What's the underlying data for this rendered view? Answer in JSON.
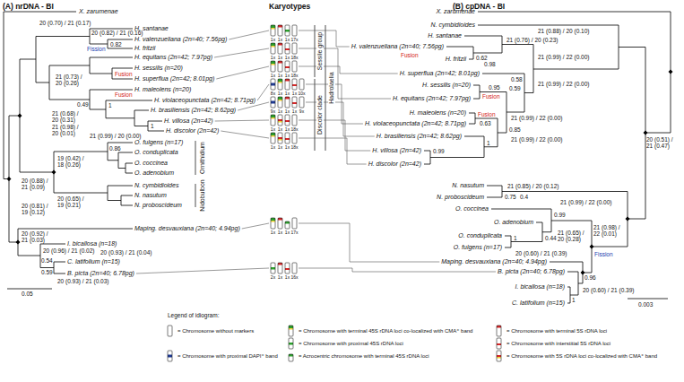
{
  "diagram": {
    "labels": [
      "(A) nrDNA - BI",
      "Karyotypes",
      "(B) cpDNA - BI",
      "X. zarumenae",
      "20 (0.70) / 21 (0.17)",
      "H. santanae",
      "20 (0.82) / 21 (0.16)",
      "H. valenzueliana (2n=40; 7.56pg)",
      "H. fritzii",
      "Fission",
      "0.82",
      "H. equitans (2n=42; 7.97pg)",
      "21 (0.73) / 20 (0.26)",
      "H. sessilis (n=20)",
      "Fusion",
      "H. superflua (2n=42; 8.01pg)",
      "0.49",
      "H. maleolens (n=20)",
      "Fusion",
      "21 (0.68) / 20 (0.31)",
      "H. violaceopunctata (2n=42; 8.71pg)",
      "1",
      "H. brasiliensis (2n=42; 8.62pg)",
      "21 (0.98) / 20 (0.01)",
      "H. villosa (2n=42)",
      "1",
      "21 (0.99) / 20 (0.00)",
      "H. discolor (2n=42)",
      "20 (0.88) / 21 (0.09)",
      "O. fulgens (n=17)",
      "0.86",
      "O. conduplicata",
      "19 (0.42) / 18 (0.26)",
      "O. coccinea",
      "O. adenobium",
      "20 (0.81) / 19 (0.12)",
      "N. cymbidioides",
      "N. nasutum",
      "20 (0.65) / 19 (0.21)",
      "N. proboscideum",
      "20 (0.92) / 21 (0.03)",
      "Maping. desvauxiana (2n=40; 4.94pg)",
      "20 (0.96) / 21 (0.02)",
      "0.54",
      "I. bicallosa (n=18)",
      "20 (0.93) / 21 (0.04)",
      "C. latifolium (n=15)",
      "0.59",
      "B. picta (2n=40; 6.78pg)",
      "20 (0.93) / 21 (0.03)",
      "0.05",
      "Sessile group",
      "Hadrolaelia",
      "Discolor clade",
      "Ornithidium",
      "Nidobulbon",
      "X. zarumenae",
      "N. cymbidioides",
      "21 (0.88) / 20 (0.10)",
      "H. santanae",
      "21 (0.76) / 20 (0.23)",
      "H. valenzueliana (2n=40; 7.56pg)",
      "Fusion",
      "0.62",
      "0.98",
      "H. fritzii",
      "21 (0.99) / 22 (0.00)",
      "H. superflua (2n=42; 8.01pg)",
      "0.58",
      "H. sessilis (n=20)",
      "0.95",
      "Fusion",
      "0.59",
      "21 (0.99) / 22 (0.00)",
      "H. equitans (2n=42; 7.97pg)",
      "H. maleolens (n=20)",
      "Fusion",
      "0.63",
      "21 (0.99) / 22 (0.00)",
      "H. violaceopunctata (2n=42; 8.71pg)",
      "0.85",
      "H. brasiliensis (2n=42; 8.62pg)",
      "1",
      "21 (0.99) / 22 (0.00)",
      "0.99",
      "H. villosa (2n=42)",
      "H. discolor (2n=42)",
      "20 (0.51) / 21 (0.47)",
      "21 (0.85) / 20 (0.12)",
      "N. nasutum",
      "0.75",
      "N. proboscideum",
      "0.4",
      "21 (0.99) / 22 (0.00)",
      "O. coccinea",
      "0.99",
      "21 (0.98) / 22 (0.01)",
      "Fission",
      "O. adenobium",
      "0.44",
      "O. conduplicata",
      "1",
      "21 (0.65) / 20 (0.28)",
      "O. fulgens (n=17)",
      "20 (0.60) / 21 (0.39)",
      "Maping. desvauxiana (2n=40; 4.94pg)",
      "0.96",
      "B. picta (2n=40; 6.78pg)",
      "1",
      "I. bicallosa (n=18)",
      "20 (0.60) / 21 (0.39)",
      "C. latifolium (n=15)",
      "0.003",
      "Legend of idiogram:",
      "1x",
      "1x",
      "1x",
      "17x",
      "1x",
      "1x",
      "1x",
      "18x",
      "1x",
      "1x",
      "1x",
      "18x",
      "8x",
      "1x",
      "1x",
      "1x",
      "10x",
      "9x",
      "1x",
      "1x",
      "1x",
      "9x",
      "1x",
      "1x",
      "1x",
      "18x",
      "1x",
      "1x",
      "1x",
      "18x",
      "1x",
      "1x",
      "1x",
      "17x",
      "2x",
      "1x",
      "1x",
      "16x"
    ],
    "legend": [
      {
        "text": "= Chromosome without markers"
      },
      {
        "text": "= Chromosome with terminal 45S rDNA loci co-localized with CMA⁺ band"
      },
      {
        "text": "= Chromosome with terminal 5S rDNA loci"
      },
      {
        "text": "= Chromosome with proximal 45S rDNA loci"
      },
      {
        "text": "= Chromosome with interstitial 5S rDNA loci"
      },
      {
        "text": "= Chromosome with proximal DAPI⁺ band"
      },
      {
        "text": "= Acrocentric chromosome with terminal 45S rDNA loci"
      },
      {
        "text": "= Chromosome with 5S rDNA loci co-localized with CMA⁺ band"
      }
    ]
  }
}
